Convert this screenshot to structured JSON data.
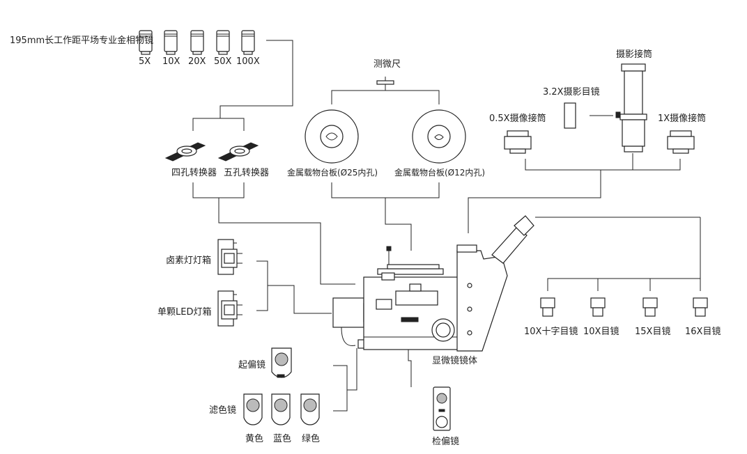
{
  "objectives": {
    "title": "195mm长工作距平场专业金相物镜",
    "magnifications": [
      "5X",
      "10X",
      "20X",
      "50X",
      "100X"
    ]
  },
  "nosepieces": {
    "four": "四孔转换器",
    "five": "五孔转换器"
  },
  "micrometer": "测微尺",
  "stage_plates": {
    "plate25": "金属载物台板(Ø25内孔)",
    "plate12": "金属载物台板(Ø12内孔)"
  },
  "camera": {
    "photo_tube": "摄影接筒",
    "photo_eyepiece": "3.2X摄影目镜",
    "adapter_05x": "0.5X摄像接筒",
    "adapter_1x": "1X摄像接筒"
  },
  "lamps": {
    "halogen": "卤素灯灯箱",
    "led": "单颗LED灯箱"
  },
  "body": "显微镜镜体",
  "eyepieces": [
    "10X十字目镜",
    "10X目镜",
    "15X目镜",
    "16X目镜"
  ],
  "polarizer": "起偏镜",
  "filters": {
    "title": "滤色镜",
    "colors": [
      "黄色",
      "蓝色",
      "绿色"
    ]
  },
  "analyzer": "检偏镜"
}
